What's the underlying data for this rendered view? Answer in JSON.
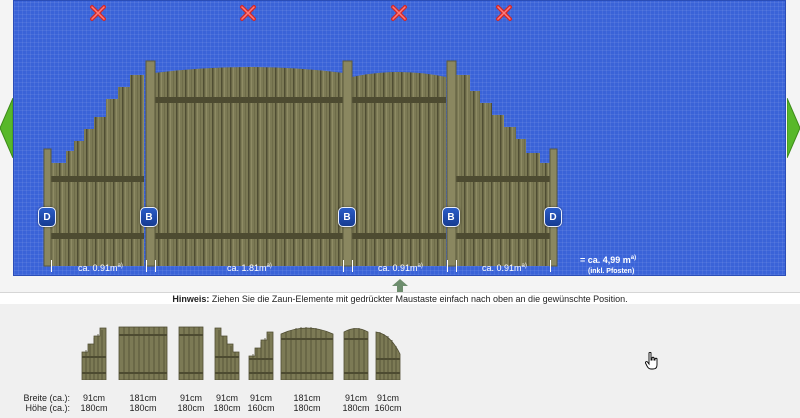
{
  "designer": {
    "posts": [
      {
        "name": "post-badge-d-left",
        "label": "D"
      },
      {
        "name": "post-badge-b-1",
        "label": "B"
      },
      {
        "name": "post-badge-b-2",
        "label": "B"
      },
      {
        "name": "post-badge-b-3",
        "label": "B"
      },
      {
        "name": "post-badge-d-right",
        "label": "D"
      }
    ],
    "dimensions": [
      {
        "label": "ca. 0.91m",
        "sup": "a)"
      },
      {
        "label": "ca. 1.81m",
        "sup": "a)"
      },
      {
        "label": "ca. 0.91m",
        "sup": "a)"
      },
      {
        "label": "ca. 0.91m",
        "sup": "a)"
      }
    ],
    "total": {
      "label": "= ca. 4,99 m",
      "sup": "a)",
      "note": "(inkl. Pfosten)"
    }
  },
  "hint": {
    "prefix": "Hinweis:",
    "text": " Ziehen Sie die Zaun-Elemente mit gedrückter Maustaste einfach nach oben an die gewünschte Position."
  },
  "tray": {
    "width_label": "Breite (ca.):",
    "height_label": "Höhe (ca.):",
    "elements": [
      {
        "width": "91cm",
        "height": "180cm"
      },
      {
        "width": "181cm",
        "height": "180cm"
      },
      {
        "width": "91cm",
        "height": "180cm"
      },
      {
        "width": "91cm",
        "height": "180cm"
      },
      {
        "width": "91cm",
        "height": "160cm"
      },
      {
        "width": "181cm",
        "height": "180cm"
      },
      {
        "width": "91cm",
        "height": "180cm"
      },
      {
        "width": "91cm",
        "height": "160cm"
      }
    ]
  },
  "colors": {
    "board": "#3a63d8",
    "wood": "#7c7a55",
    "wood_dark": "#5a583c",
    "nav_arrow": "#58b82a",
    "delete": "#d22828"
  },
  "icons": {
    "nav_left": "triangle-left-icon",
    "nav_right": "triangle-right-icon",
    "delete": "delete-x-icon",
    "drag_handle": "arrow-up-icon",
    "cursor": "hand-cursor-icon"
  }
}
